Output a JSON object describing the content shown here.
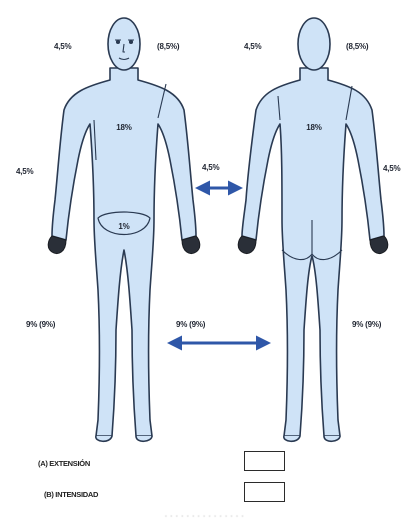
{
  "colors": {
    "body_fill": "#cfe3f7",
    "body_stroke": "#2a3a52",
    "arrow": "#2f57a8",
    "hand": "#2a2f38"
  },
  "front_view": {
    "head_left": "4,5%",
    "head_right": "(8,5%)",
    "trunk": "18%",
    "arm_left": "4,5%",
    "genital": "1%",
    "leg_left": "9% (9%)",
    "leg_right": "9% (9%)"
  },
  "back_view": {
    "head_left": "4,5%",
    "head_right": "(8,5%)",
    "trunk": "18%",
    "arm_left": "4,5%",
    "arm_right": "4,5%",
    "leg_right": "9% (9%)"
  },
  "form": {
    "extension_label": "(A) EXTENSIÓN",
    "intensity_label": "(B) INTENSIDAD",
    "extension_value": "",
    "intensity_value": ""
  },
  "caption": "· · · · · · · · · · · · · · ·"
}
